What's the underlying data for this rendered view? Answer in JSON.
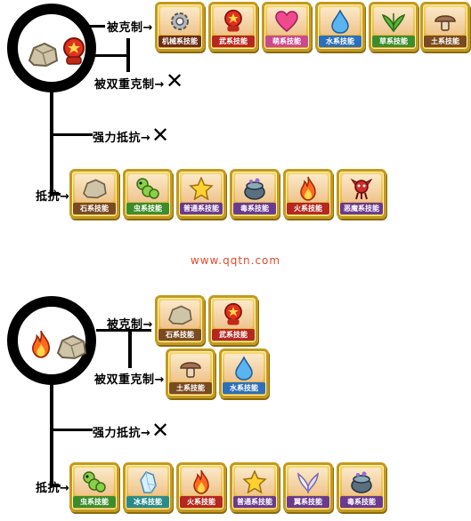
{
  "colors": {
    "ring": "#000000",
    "tile_border": "#c39a1e",
    "tile_bg": "#f8d870",
    "watermark": "#e04a2a"
  },
  "watermark": "www.qqtn.com",
  "section1": {
    "attacker_icons": [
      "rock-icon",
      "fight-icon"
    ],
    "labels": {
      "weak_to": "被克制→",
      "double_weak_to": "被双重克制→",
      "double_weak_mark": "✕",
      "strong_resist": "强力抵抗→",
      "strong_resist_mark": "✕",
      "resist": "抵抗→"
    },
    "weak_to_tiles": [
      {
        "label": "机械系技能",
        "icon": "gear-icon"
      },
      {
        "label": "武系技能",
        "icon": "fight-icon"
      },
      {
        "label": "萌系技能",
        "icon": "heart-icon"
      },
      {
        "label": "水系技能",
        "icon": "water-icon"
      },
      {
        "label": "草系技能",
        "icon": "grass-icon"
      },
      {
        "label": "土系技能",
        "icon": "mushroom-icon"
      }
    ],
    "resist_tiles": [
      {
        "label": "石系技能",
        "icon": "rock-icon"
      },
      {
        "label": "虫系技能",
        "icon": "bug-icon"
      },
      {
        "label": "普通系技能",
        "icon": "star-icon"
      },
      {
        "label": "毒系技能",
        "icon": "poison-icon"
      },
      {
        "label": "火系技能",
        "icon": "fire-icon"
      },
      {
        "label": "恶魔系技能",
        "icon": "demon-icon"
      }
    ]
  },
  "section2": {
    "attacker_icons": [
      "fire-icon",
      "rock-icon"
    ],
    "labels": {
      "weak_to": "被克制→",
      "double_weak_to": "被双重克制→",
      "strong_resist": "强力抵抗→",
      "strong_resist_mark": "✕",
      "resist": "抵抗→"
    },
    "weak_to_tiles": [
      {
        "label": "石系技能",
        "icon": "rock-icon"
      },
      {
        "label": "武系技能",
        "icon": "fight-icon"
      }
    ],
    "double_weak_tiles": [
      {
        "label": "土系技能",
        "icon": "mushroom-icon"
      },
      {
        "label": "水系技能",
        "icon": "water-icon"
      }
    ],
    "resist_tiles": [
      {
        "label": "虫系技能",
        "icon": "bug-icon"
      },
      {
        "label": "冰系技能",
        "icon": "ice-icon"
      },
      {
        "label": "火系技能",
        "icon": "fire-icon"
      },
      {
        "label": "普通系技能",
        "icon": "star-icon"
      },
      {
        "label": "翼系技能",
        "icon": "wing-icon"
      },
      {
        "label": "毒系技能",
        "icon": "poison-icon"
      }
    ]
  }
}
